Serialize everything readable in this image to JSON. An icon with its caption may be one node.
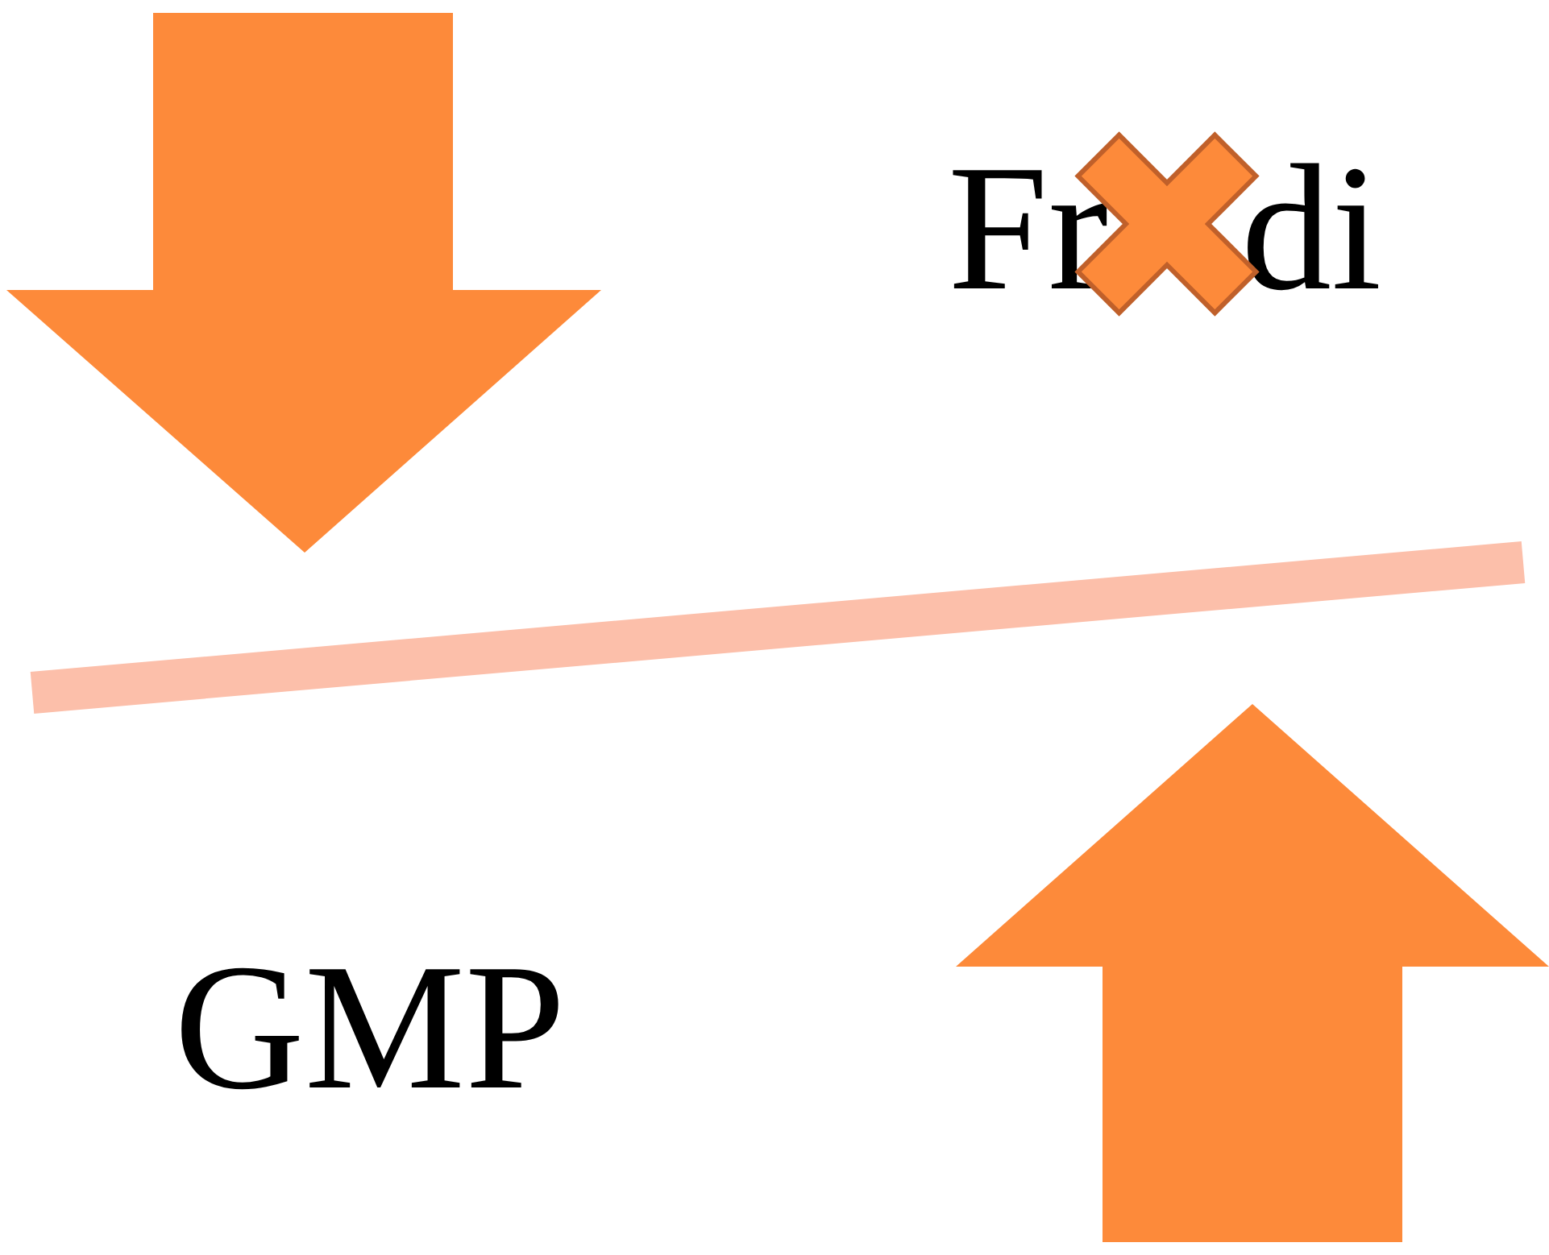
{
  "diagram": {
    "labels": [
      "Fr",
      "di",
      "GMP"
    ]
  }
}
